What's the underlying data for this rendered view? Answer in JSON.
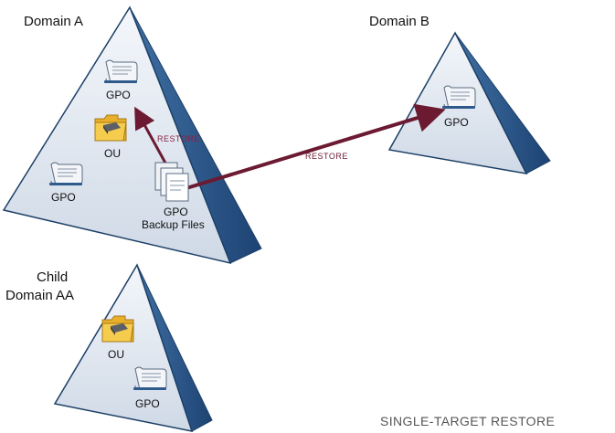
{
  "domains": {
    "a": {
      "label": "Domain A"
    },
    "b": {
      "label": "Domain B"
    },
    "aa": {
      "label_line1": "Child",
      "label_line2": "Domain AA"
    }
  },
  "objects": {
    "gpo_label": "GPO",
    "ou_label": "OU",
    "backup_line1": "GPO",
    "backup_line2": "Backup Files"
  },
  "arrows": {
    "restore_local": "RESTORE",
    "restore_remote": "RESTORE"
  },
  "caption": "SINGLE-TARGET RESTORE",
  "colors": {
    "arrow": "#6b1a32",
    "triangle_face": "#dfe7f0",
    "triangle_side": "#2e5a8c",
    "triangle_edge": "#1c3f66",
    "folder": "#f2c23a"
  },
  "icons": [
    "scroll-icon",
    "folder-icon",
    "backup-files-icon"
  ]
}
